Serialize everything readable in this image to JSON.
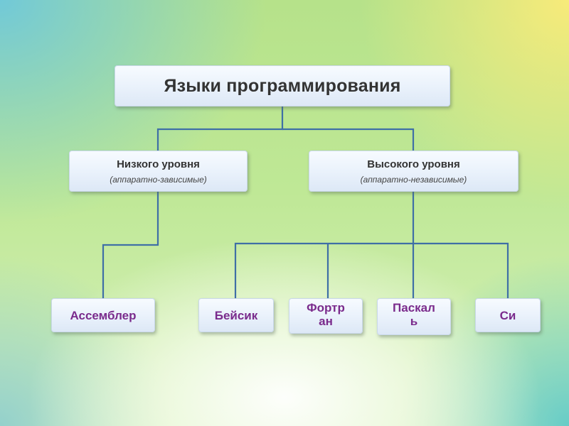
{
  "root": {
    "title": "Языки программирования"
  },
  "groups": {
    "low": {
      "title": "Низкого уровня",
      "subtitle": "(аппаратно-зависимые)"
    },
    "high": {
      "title": "Высокого уровня",
      "subtitle": "(аппаратно-независимые)"
    }
  },
  "languages": {
    "assembler": "Ассемблер",
    "basic": "Бейсик",
    "fortran": "Фортран",
    "pascal": "Паскаль",
    "c": "Си"
  },
  "colors": {
    "connector": "#3f6fa6",
    "leaf_text": "#7a2b8c",
    "box_text": "#333333"
  }
}
